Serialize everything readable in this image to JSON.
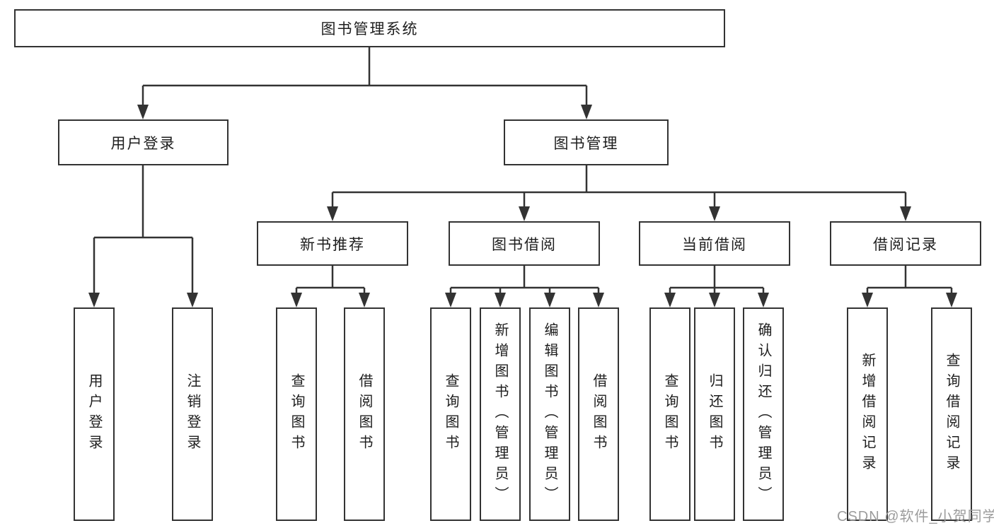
{
  "diagram_title": "图书管理系统",
  "tree": {
    "label": "图书管理系统",
    "children": [
      {
        "label": "用户登录",
        "children": [
          {
            "label": "用户登录"
          },
          {
            "label": "注销登录"
          }
        ]
      },
      {
        "label": "图书管理",
        "children": [
          {
            "label": "新书推荐",
            "children": [
              {
                "label": "查询图书"
              },
              {
                "label": "借阅图书"
              }
            ]
          },
          {
            "label": "图书借阅",
            "children": [
              {
                "label": "查询图书"
              },
              {
                "label": "新增图书（管理员）"
              },
              {
                "label": "编辑图书（管理员）"
              },
              {
                "label": "借阅图书"
              }
            ]
          },
          {
            "label": "当前借阅",
            "children": [
              {
                "label": "查询图书"
              },
              {
                "label": "归还图书"
              },
              {
                "label": "确认归还（管理员）"
              }
            ]
          },
          {
            "label": "借阅记录",
            "children": [
              {
                "label": "新增借阅记录"
              },
              {
                "label": "查询借阅记录"
              }
            ]
          }
        ]
      }
    ]
  },
  "watermark": {
    "text": "CSDN @软件_小贺同学"
  },
  "colors": {
    "line": "#333333",
    "box_border": "#333333",
    "text": "#1e1e1e",
    "watermark": "#9c9c9c",
    "background": "#ffffff"
  }
}
